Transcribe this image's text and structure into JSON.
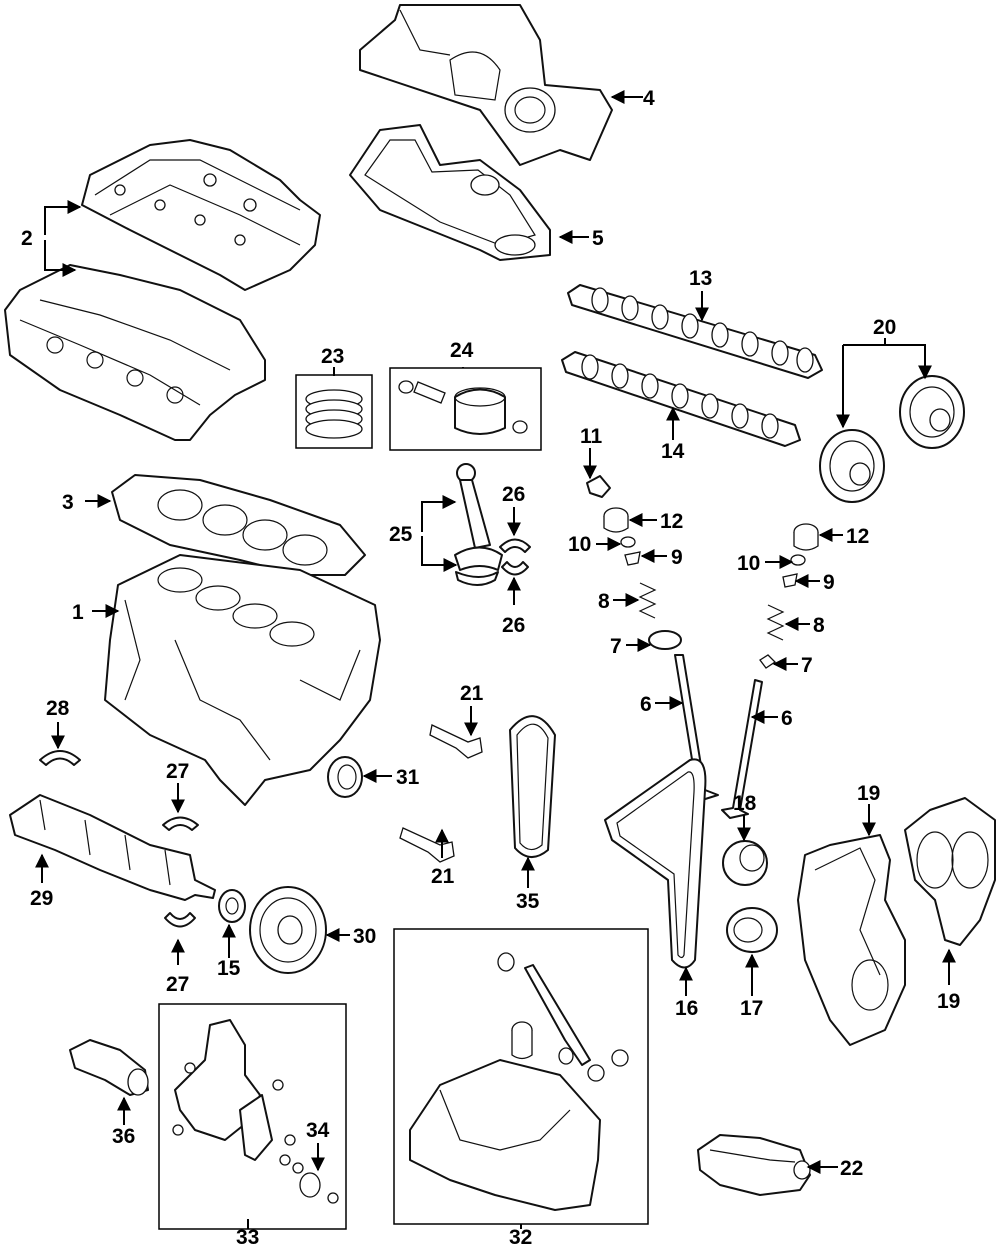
{
  "callouts": {
    "c1": "1",
    "c2": "2",
    "c3": "3",
    "c4": "4",
    "c5": "5",
    "c6a": "6",
    "c6b": "6",
    "c7a": "7",
    "c7b": "7",
    "c8a": "8",
    "c8b": "8",
    "c9a": "9",
    "c9b": "9",
    "c10a": "10",
    "c10b": "10",
    "c11": "11",
    "c12a": "12",
    "c12b": "12",
    "c13": "13",
    "c14": "14",
    "c15": "15",
    "c16": "16",
    "c17": "17",
    "c18": "18",
    "c19a": "19",
    "c19b": "19",
    "c20": "20",
    "c21a": "21",
    "c21b": "21",
    "c22": "22",
    "c23": "23",
    "c24": "24",
    "c25": "25",
    "c26a": "26",
    "c26b": "26",
    "c27a": "27",
    "c27b": "27",
    "c28": "28",
    "c29": "29",
    "c30": "30",
    "c31": "31",
    "c32": "32",
    "c33": "33",
    "c34": "34",
    "c35": "35",
    "c36": "36"
  },
  "icons": {
    "arrowheads": "filled-triangle-arrow",
    "parts": "engine-component-line-drawing"
  }
}
